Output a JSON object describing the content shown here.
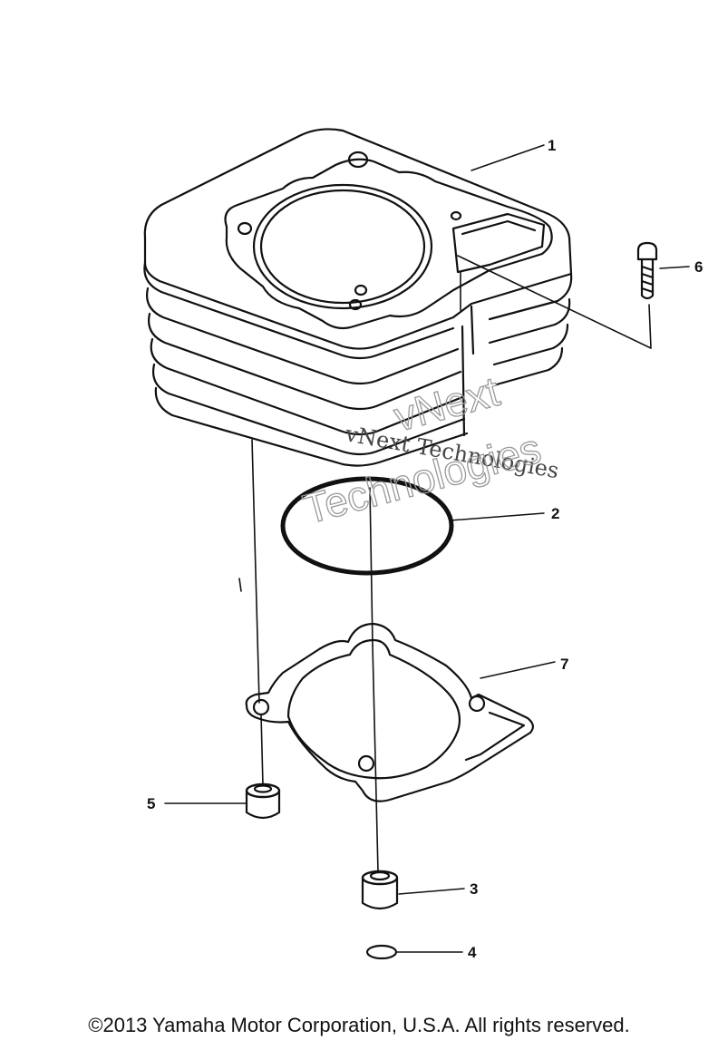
{
  "callouts": {
    "c1": "1",
    "c2": "2",
    "c3": "3",
    "c4": "4",
    "c5": "5",
    "c6": "6",
    "c7": "7"
  },
  "watermark": {
    "line1": "vNext Technologies",
    "line2a": "vNext",
    "line2b": "Technologies"
  },
  "copyright": "©2013 Yamaha Motor Corporation, U.S.A. All rights reserved."
}
